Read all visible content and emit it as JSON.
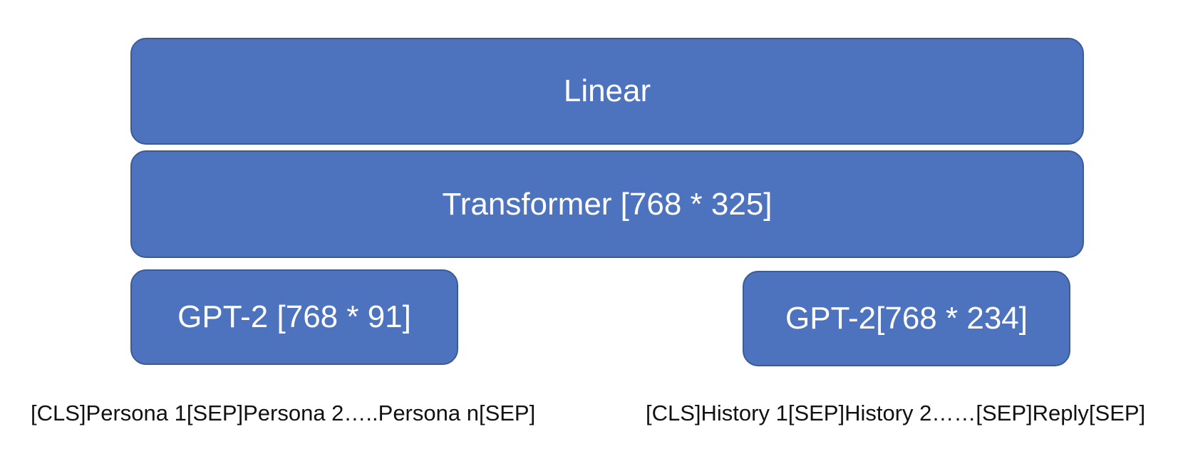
{
  "blocks": {
    "linear": "Linear",
    "transformer": "Transformer [768 * 325]",
    "gpt2_persona": "GPT-2 [768 * 91]",
    "gpt2_history": "GPT-2[768 * 234]"
  },
  "inputs": {
    "persona_sequence": "[CLS]Persona 1[SEP]Persona 2…..Persona n[SEP]",
    "history_sequence": "[CLS]History 1[SEP]History 2……[SEP]Reply[SEP]"
  },
  "colors": {
    "block_fill": "#4e73be",
    "block_border": "#3b5a96",
    "block_text": "#ffffff",
    "input_text": "#111111"
  }
}
